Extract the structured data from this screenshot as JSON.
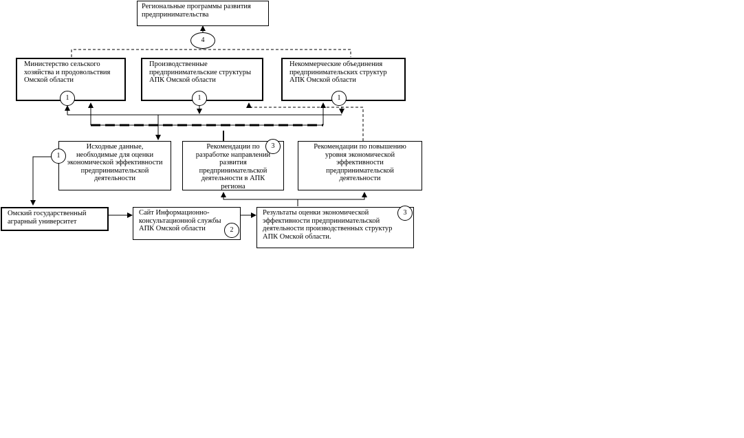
{
  "boxes": {
    "regional_programs": "Региональные программы развития\nпредпринимательства",
    "ministry": "Министерство сельского\nхозяйства и продовольствия\nОмской области",
    "production_structures": "Производственные\nпредпринимательские структуры\nАПК Омской области",
    "noncommercial": "Некоммерческие объединения\nпредпринимательских структур\nАПК Омской области",
    "initial_data": "Исходные данные,\nнеобходимые для оценки\nэкономической эффективности\nпредпринимательской\nдеятельности",
    "recommendations_directions": "Рекомендации по\nразработке направлений\nразвития\nпредпринимательской\nдеятельности в АПК\nрегиона",
    "recommendations_efficiency": "Рекомендации по повышению\nуровня экономической\nэффективности\nпредпринимательской\nдеятельности",
    "university": "Омский государственный\nаграрный университет",
    "website": "Сайт Информационно-\nконсультационной службы\nАПК Омской области",
    "results": "Результаты оценки экономической\nэффективности предпринимательской\nдеятельности производственных структур\nАПК Омской области."
  },
  "markers": {
    "regional": "4",
    "ministry": "1",
    "production": "1",
    "noncommercial": "1",
    "initial_data": "1",
    "recommendations": "3",
    "website": "2",
    "results": "3"
  }
}
